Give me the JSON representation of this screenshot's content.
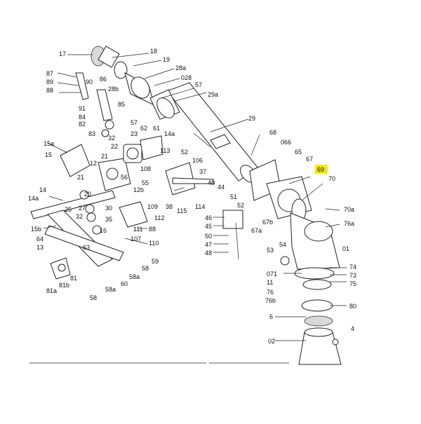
{
  "diagram": {
    "labels": {
      "l17": "17",
      "l18": "18",
      "l19": "19",
      "l28a": "28a",
      "l028": "028",
      "l57": "57",
      "l29a": "29a",
      "l87": "87",
      "l90": "90",
      "l86": "86",
      "l89": "89",
      "l88": "88",
      "l28b": "28b",
      "l85": "85",
      "l91": "91",
      "l84": "84",
      "l82": "82",
      "l83": "83",
      "l57b": "57",
      "l29": "29",
      "l68": "68",
      "l15a": "15a",
      "l32": "32",
      "l23": "23",
      "l62": "62",
      "l61": "61",
      "l14a": "14a",
      "l15": "15",
      "l22": "22",
      "l21": "21",
      "l12": "12",
      "l113": "113",
      "l52": "52",
      "l066": "066",
      "l65": "65",
      "l67": "67",
      "l69": "69",
      "l106": "106",
      "l108": "108",
      "l37": "37",
      "l70": "70",
      "l56": "56",
      "l55": "55",
      "l12b": "12b",
      "l40": "40",
      "l44": "44",
      "l14": "14",
      "l21b": "21",
      "l14a2": "14a",
      "l25": "25",
      "l20": "20",
      "l27": "27",
      "l30": "30",
      "l32b": "32",
      "l35": "35",
      "l109": "109",
      "l38": "38",
      "l115": "115",
      "l114": "114",
      "l51": "51",
      "l52b": "52",
      "l70a": "70a",
      "l46": "46",
      "l45": "45",
      "l67a": "67a",
      "l67b": "67b",
      "l76a": "76a",
      "l15b": "15b",
      "l16": "16",
      "l111": "111",
      "l112": "112",
      "l88b": "88",
      "l107": "107",
      "l110": "110",
      "l64": "64",
      "l13": "13",
      "l63": "63",
      "l50": "50",
      "l47": "47",
      "l48": "48",
      "l54": "54",
      "l53": "53",
      "l01": "01",
      "l071": "071",
      "l74": "74",
      "l73": "73",
      "l75": "75",
      "l59": "59",
      "l58": "58",
      "l58a": "58a",
      "l60": "60",
      "l58a2": "58a",
      "l81": "81",
      "l81b": "81b",
      "l81a": "81a",
      "l58b": "58",
      "l11": "11",
      "l76": "76",
      "l76b": "76b",
      "l80": "80",
      "l6": "6",
      "l4": "4",
      "l02": "02"
    },
    "highlight_color": "#f4e900",
    "highlighted_label": "69"
  }
}
